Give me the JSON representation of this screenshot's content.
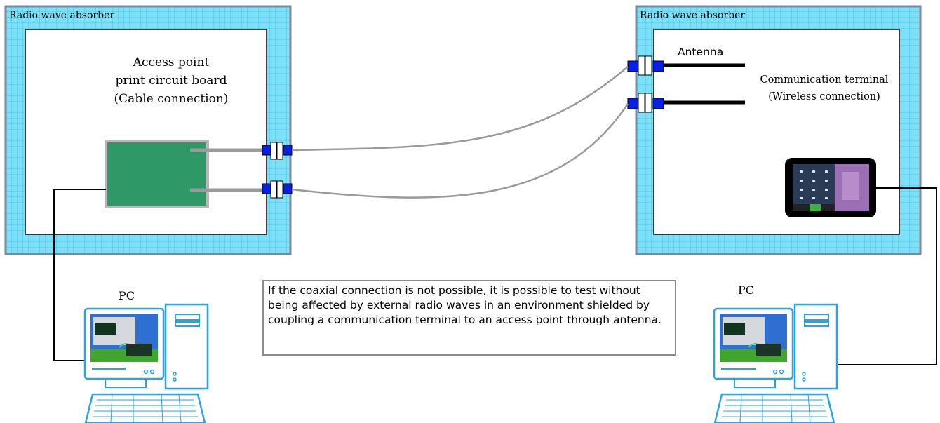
{
  "left_enclosure": {
    "label": "Radio wave absorber",
    "device_title_lines": [
      "Access point",
      "print circuit board",
      "(Cable connection)"
    ]
  },
  "right_enclosure": {
    "label": "Radio wave absorber",
    "device_title_lines": [
      "Communication terminal",
      "(Wireless connection)"
    ],
    "antenna_label": "Antenna"
  },
  "pc_left": {
    "label": "PC"
  },
  "pc_right": {
    "label": "PC"
  },
  "note": {
    "text": "If the coaxial connection is not possible, it is possible to test without being affected by external radio waves in an environment shielded by coupling a communication terminal to an access point through antenna."
  },
  "colors": {
    "absorber_fill": "#7fe0f5",
    "absorber_grid": "#3fb7e0",
    "absorber_border": "#7a8a99",
    "pcb_fill": "#2e9966",
    "connector_blue": "#0a1fe6",
    "cable_gray": "#9a9a9a",
    "pc_blue": "#29a3e6"
  }
}
